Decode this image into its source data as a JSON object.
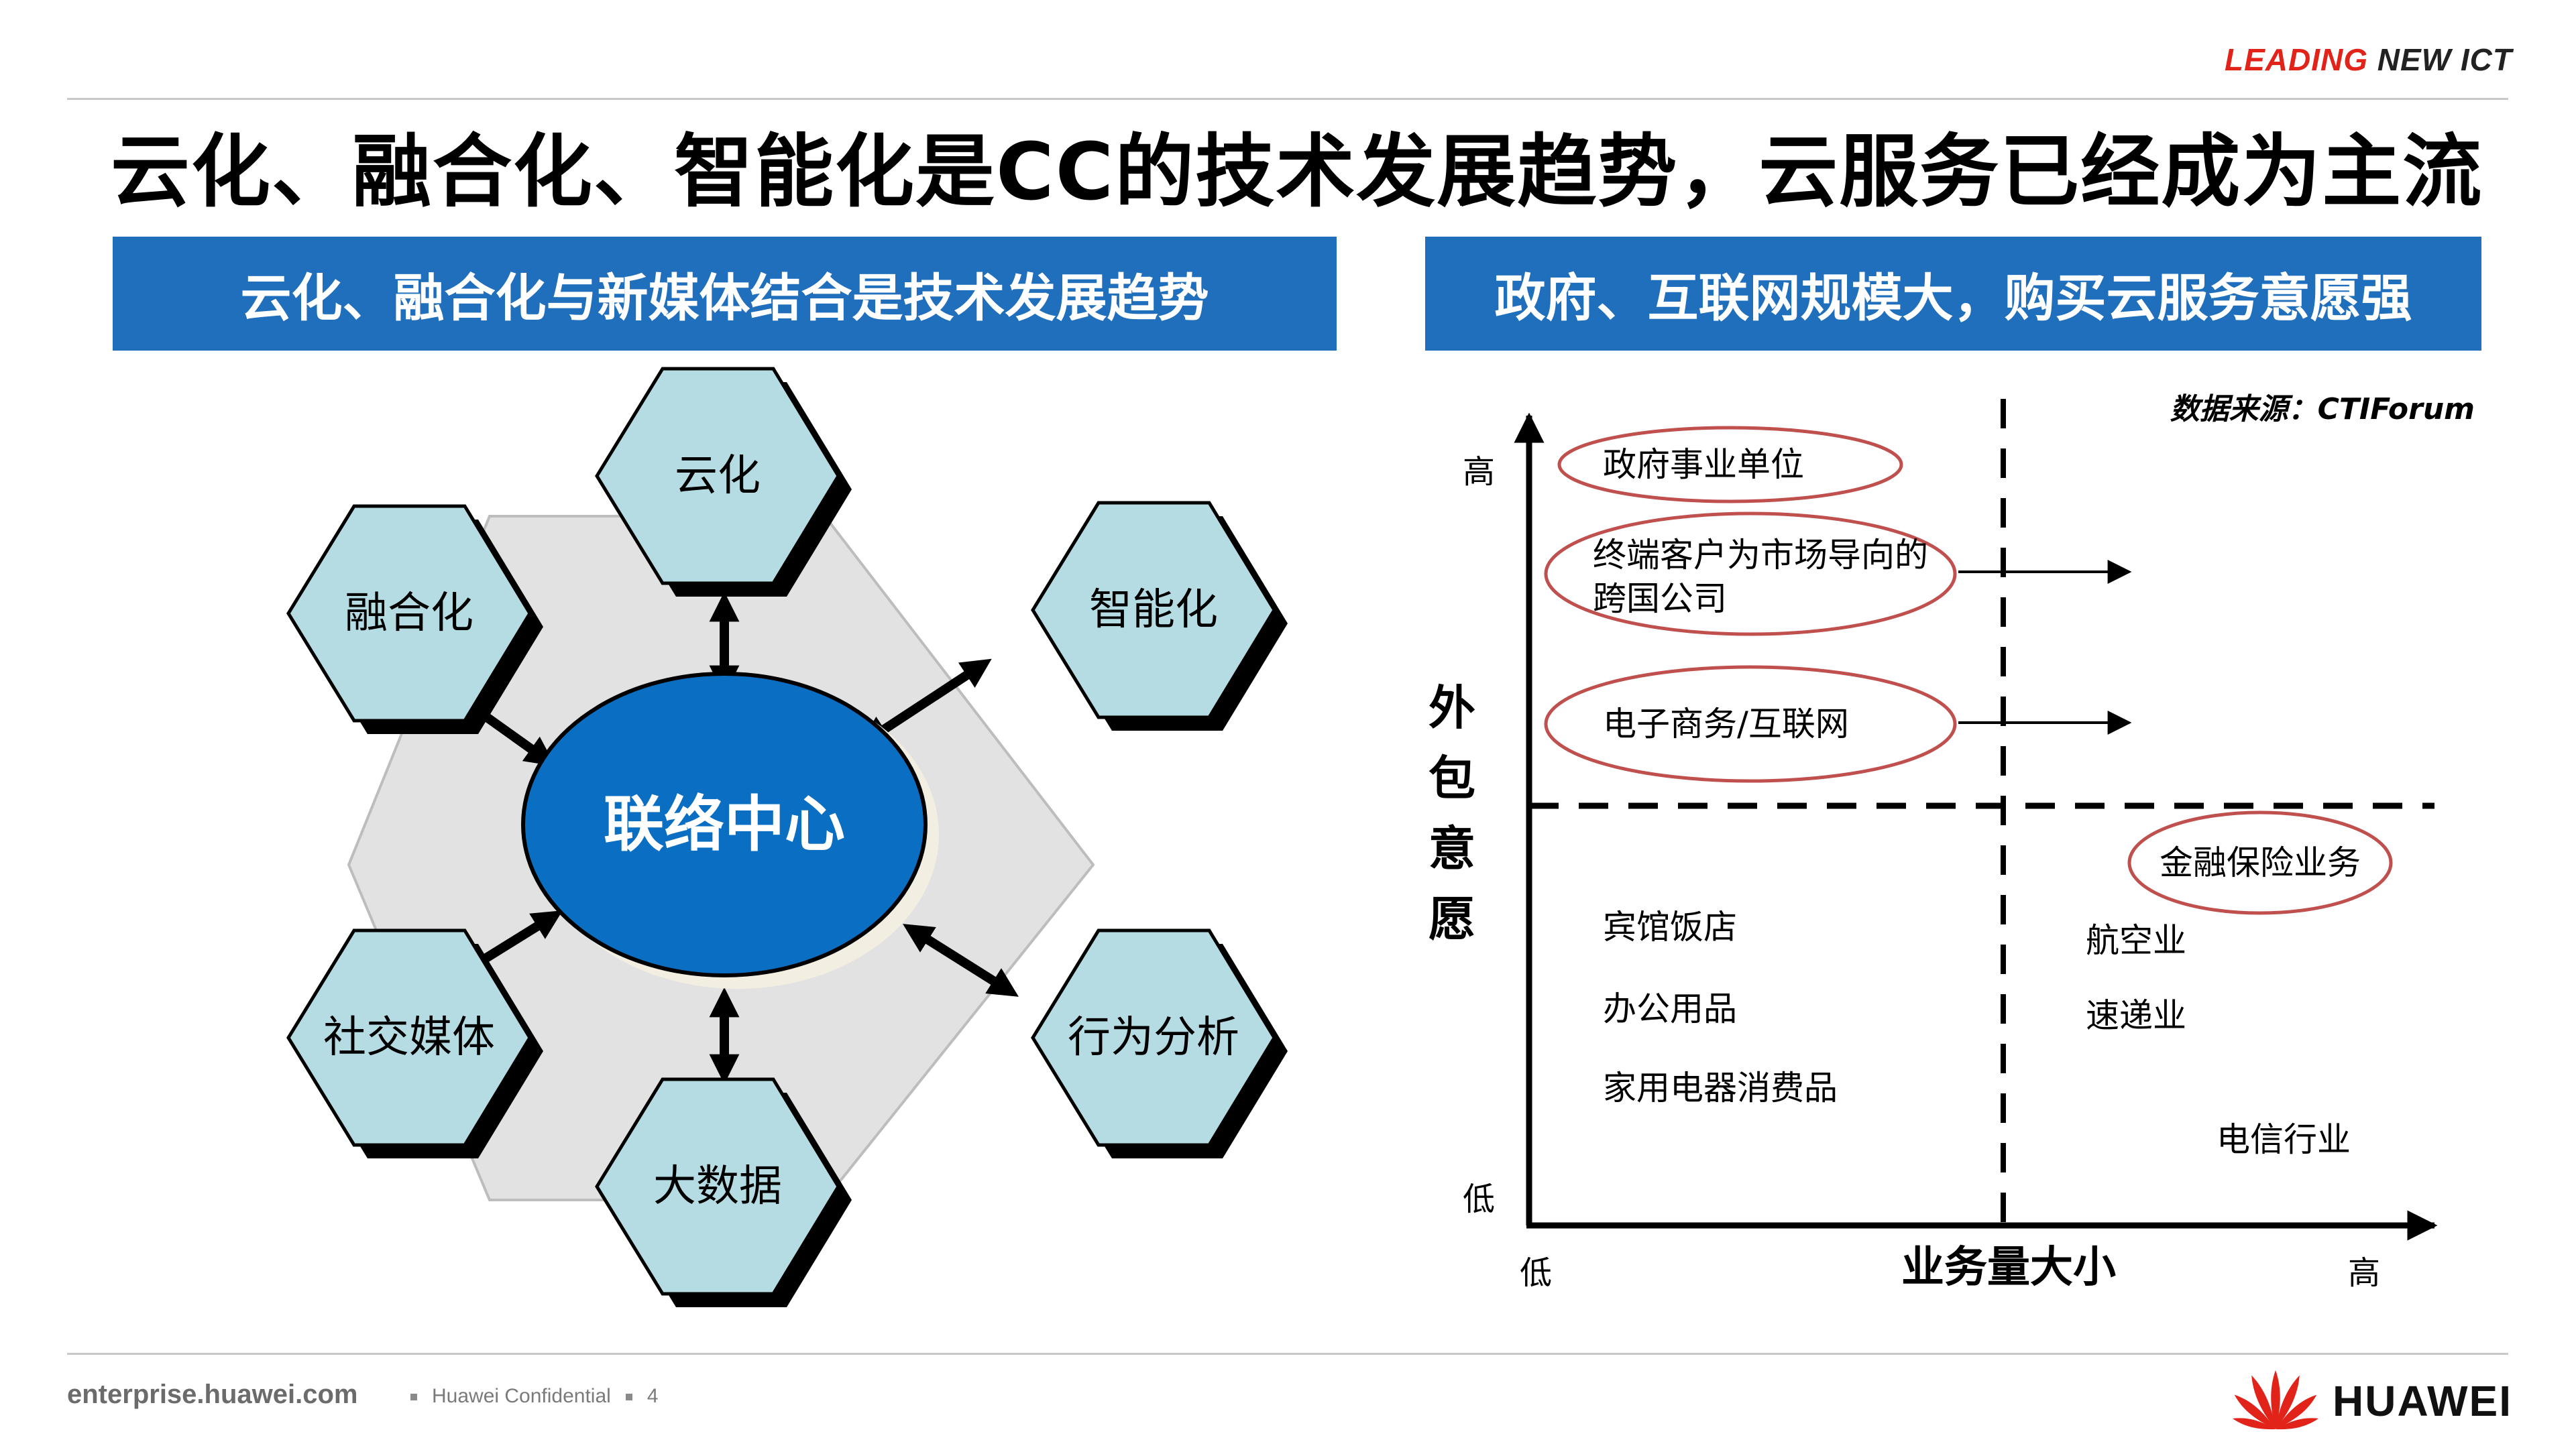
{
  "header": {
    "tagline_leading": "LEADING",
    "tagline_rest": " NEW ICT",
    "title": "云化、融合化、智能化是CC的技术发展趋势，云服务已经成为主流"
  },
  "left_panel": {
    "banner": "云化、融合化与新媒体结合是技术发展趋势",
    "center": "联络中心",
    "nodes": [
      "云化",
      "智能化",
      "行为分析",
      "大数据",
      "社交媒体",
      "融合化"
    ]
  },
  "right_panel": {
    "banner": "政府、互联网规模大，购买云服务意愿强",
    "source": "数据来源：CTIForum",
    "y_axis": {
      "label": [
        "外",
        "包",
        "意",
        "愿"
      ],
      "high": "高",
      "low": "低"
    },
    "x_axis": {
      "label": "业务量大小",
      "low": "低",
      "high": "高"
    },
    "items": {
      "gov": "政府事业单位",
      "multinational_line1": "终端客户为市场导向的",
      "multinational_line2": "跨国公司",
      "ecommerce": "电子商务/互联网",
      "finance": "金融保险业务",
      "hotel": "宾馆饭店",
      "office": "办公用品",
      "appliance": "家用电器消费品",
      "airline": "航空业",
      "courier": "速递业",
      "telecom": "电信行业"
    }
  },
  "footer": {
    "site": "enterprise.huawei.com",
    "confidential": "Huawei Confidential",
    "page": "4",
    "brand": "HUAWEI"
  },
  "colors": {
    "banner": "#1f6fbd",
    "hexagon_fill": "#b5dbe3",
    "center_fill": "#0a6fc2",
    "ellipse_stroke": "#c0504d",
    "brand_red": "#e2231a"
  }
}
